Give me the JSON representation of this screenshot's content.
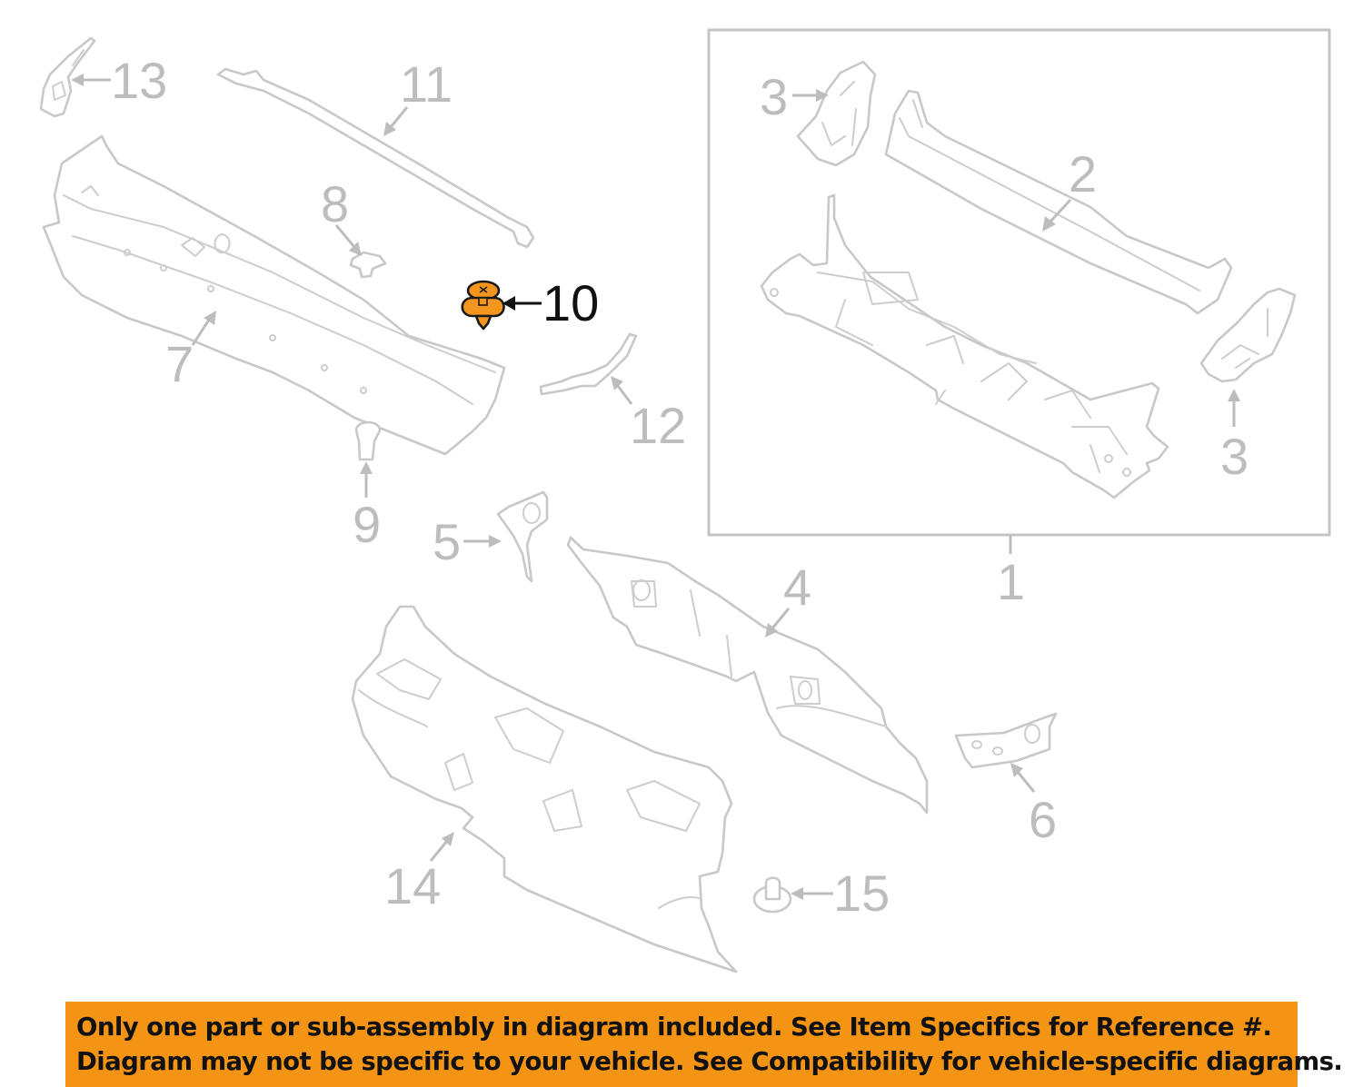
{
  "diagram": {
    "title": "Cowl / Dash Panel Parts Diagram",
    "highlight_color": "#f4961d",
    "callout_color": "#bdbdbd",
    "highlighted_part": "10",
    "assembly_box": {
      "label": "1",
      "contains": [
        "2",
        "3",
        "3"
      ]
    },
    "callouts": {
      "c1": "1",
      "c2": "2",
      "c3a": "3",
      "c3b": "3",
      "c4": "4",
      "c5": "5",
      "c6": "6",
      "c7": "7",
      "c8": "8",
      "c9": "9",
      "c10": "10",
      "c11": "11",
      "c12": "12",
      "c13": "13",
      "c14": "14",
      "c15": "15"
    }
  },
  "banner": {
    "background": "#f39415",
    "line1": "Only one part or sub-assembly in diagram included. See Item Specifics for Reference #.",
    "line2": "Diagram may not be specific to your vehicle. See Compatibility for vehicle-specific diagrams."
  }
}
